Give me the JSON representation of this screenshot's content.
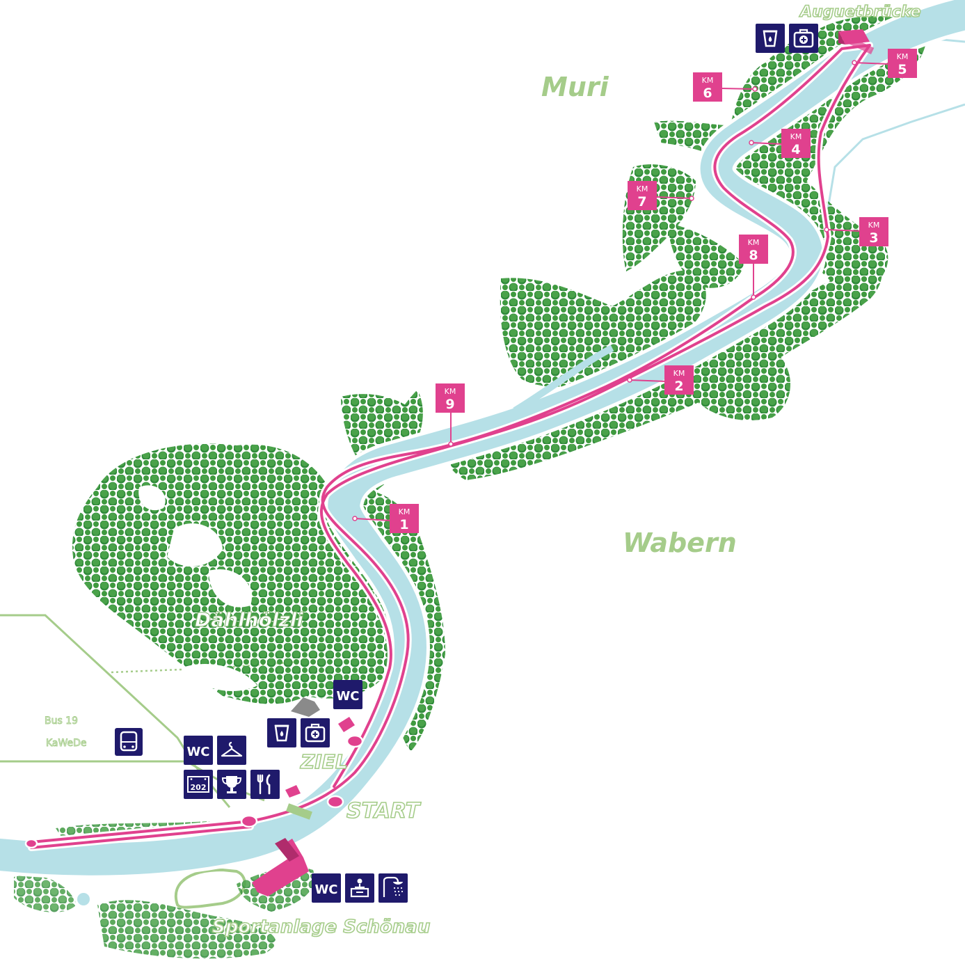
{
  "places": {
    "muri": "Muri",
    "wabern": "Wabern",
    "daehlhoelzli": "Dählhölzli",
    "auguetbruecke": "Auguetbrücke",
    "sportanlage": "Sportanlage Schönau",
    "ziel": "ZIEL",
    "start": "START"
  },
  "bus": {
    "line": "Bus 19",
    "stop": "KaWeDe"
  },
  "km_markers": [
    {
      "km": "1",
      "unit": "KM"
    },
    {
      "km": "2",
      "unit": "KM"
    },
    {
      "km": "3",
      "unit": "KM"
    },
    {
      "km": "4",
      "unit": "KM"
    },
    {
      "km": "5",
      "unit": "KM"
    },
    {
      "km": "6",
      "unit": "KM"
    },
    {
      "km": "7",
      "unit": "KM"
    },
    {
      "km": "8",
      "unit": "KM"
    },
    {
      "km": "9",
      "unit": "KM"
    }
  ],
  "services": {
    "wc_label": "WC",
    "bib_label": "202"
  },
  "colors": {
    "route": "#e0418e",
    "river": "#b6e0e7",
    "forest": "#3f9a3f",
    "icon_bg": "#1f1a6b",
    "building": "#e0418e",
    "place_text": "#a5cc8a"
  }
}
